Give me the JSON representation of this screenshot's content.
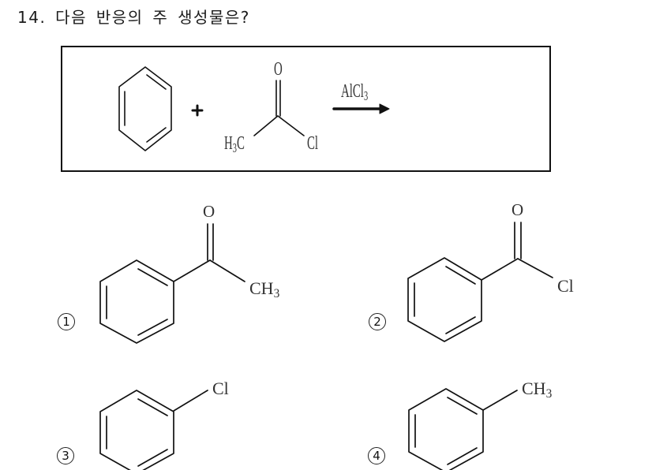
{
  "question": {
    "number": "14.",
    "text": "다음 반응의 주 생성물은?",
    "full_title": "14. 다음 반응의 주 생성물은?"
  },
  "reaction": {
    "reactant_1": {
      "name": "benzene",
      "structure": "benzene-ring"
    },
    "plus_sign": "+",
    "reactant_2": {
      "name": "acetyl chloride",
      "oxygen_label": "O",
      "methyl_label_main": "H",
      "methyl_label_sub": "3",
      "methyl_label_tail": "C",
      "chlorine_label": "Cl"
    },
    "catalyst": {
      "main": "AlCl",
      "sub": "3"
    },
    "arrow": "right-arrow"
  },
  "choices": [
    {
      "number": "1",
      "symbol": "①",
      "name": "acetophenone",
      "oxygen_label": "O",
      "substituent_main": "CH",
      "substituent_sub": "3"
    },
    {
      "number": "2",
      "symbol": "②",
      "name": "benzoyl chloride",
      "oxygen_label": "O",
      "substituent_main": "Cl",
      "substituent_sub": ""
    },
    {
      "number": "3",
      "symbol": "③",
      "name": "chlorobenzene",
      "substituent_main": "Cl",
      "substituent_sub": ""
    },
    {
      "number": "4",
      "symbol": "④",
      "name": "toluene",
      "substituent_main": "CH",
      "substituent_sub": "3"
    }
  ],
  "colors": {
    "text": "#1a1a1a",
    "bond": "#111111",
    "label": "#333333",
    "background": "#ffffff"
  }
}
